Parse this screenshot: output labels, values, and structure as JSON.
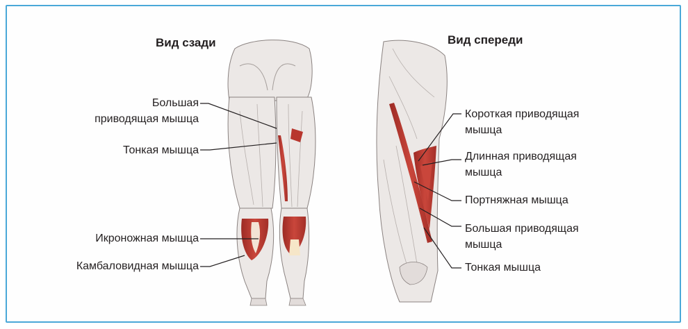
{
  "headings": {
    "back": "Вид сзади",
    "front": "Вид спереди"
  },
  "back_labels": {
    "adductor_magnus_1": "Большая",
    "adductor_magnus_2": "приводящая мышца",
    "gracilis": "Тонкая мышца",
    "gastrocnemius": "Икроножная мышца",
    "soleus": "Камбаловидная мышца"
  },
  "front_labels": {
    "adductor_brevis_1": "Короткая приводящая",
    "adductor_brevis_2": "мышца",
    "adductor_longus_1": "Длинная приводящая",
    "adductor_longus_2": "мышца",
    "sartorius": "Портняжная мышца",
    "adductor_magnus_1": "Большая приводящая",
    "adductor_magnus_2": "мышца",
    "gracilis": "Тонкая мышца"
  },
  "colors": {
    "frame": "#4aa8d8",
    "muscle_highlight": "#b8362e",
    "muscle_base": "#ece8e6",
    "outline": "#8a8280",
    "leader": "#231f20"
  }
}
